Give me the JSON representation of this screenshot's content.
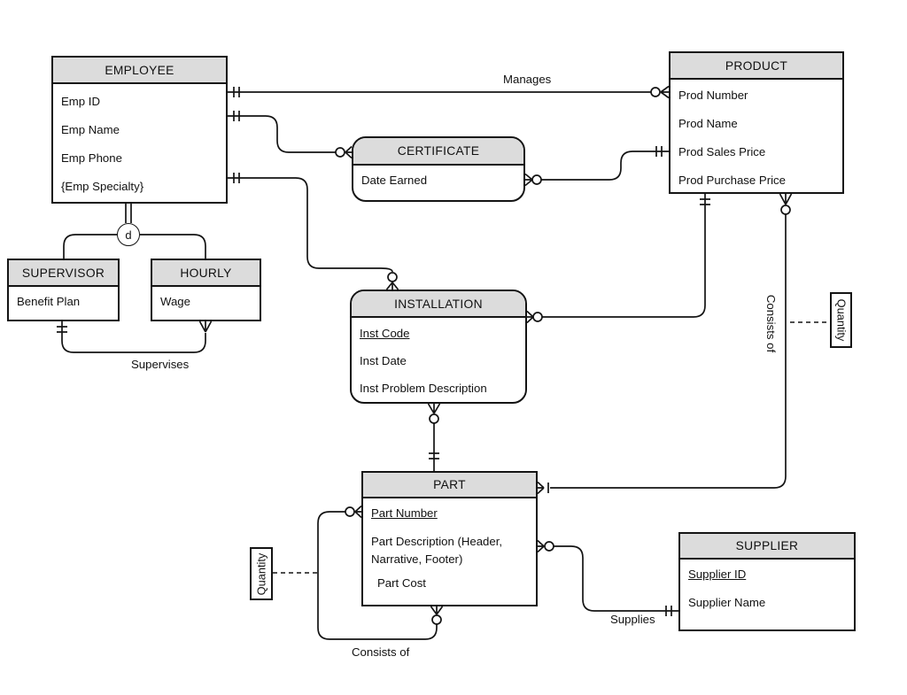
{
  "colors": {
    "header_fill": "#dcdcdc",
    "line": "#141414",
    "background": "#ffffff"
  },
  "entities": {
    "employee": {
      "title": "EMPLOYEE",
      "attrs": [
        "Emp ID",
        "Emp Name",
        "Emp Phone",
        "{Emp Specialty}"
      ]
    },
    "supervisor": {
      "title": "SUPERVISOR",
      "attrs": [
        "Benefit Plan"
      ]
    },
    "hourly": {
      "title": "HOURLY",
      "attrs": [
        "Wage"
      ]
    },
    "certificate": {
      "title": "CERTIFICATE",
      "attrs": [
        "Date Earned"
      ]
    },
    "product": {
      "title": "PRODUCT",
      "attrs": [
        "Prod Number",
        "Prod Name",
        "Prod Sales Price",
        "Prod Purchase Price"
      ]
    },
    "installation": {
      "title": "INSTALLATION",
      "attrs": [
        "Inst Code",
        "Inst Date",
        "Inst Problem Description"
      ]
    },
    "part": {
      "title": "PART",
      "attrs": [
        "Part Number",
        "Part Description (Header, Narrative, Footer)",
        "Part Cost"
      ]
    },
    "supplier": {
      "title": "SUPPLIER",
      "attrs": [
        "Supplier ID",
        "Supplier Name"
      ]
    }
  },
  "subtype_indicator": "d",
  "labels": {
    "manages": "Manages",
    "supervises": "Supervises",
    "supplies": "Supplies",
    "consists_of_right": "Consists of",
    "consists_of_bottom": "Consists of",
    "quantity_right": "Quantity",
    "quantity_left": "Quantity"
  }
}
